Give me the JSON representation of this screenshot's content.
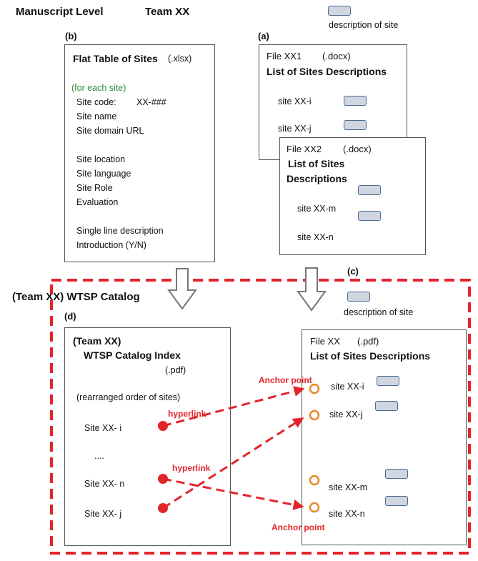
{
  "header": {
    "manuscript_level": "Manuscript Level",
    "team": "Team XX",
    "legend_top": "description of site"
  },
  "panel_b": {
    "tag": "(b)",
    "title": "Flat Table of Sites",
    "ext": "(.xlsx)",
    "for_each": "(for each site)",
    "site_code_label": "Site code:",
    "site_code_value": "XX-###",
    "fields": [
      "Site name",
      "Site domain URL",
      "Site location",
      "Site language",
      "Site Role",
      "Evaluation",
      "Single line description",
      "Introduction  (Y/N)"
    ]
  },
  "panel_a": {
    "tag": "(a)",
    "file1_name": "File  XX1",
    "file1_ext": "(.docx)",
    "file1_title": "List of Sites Descriptions",
    "file1_sites": [
      "site   XX-i",
      "site   XX-j"
    ],
    "file2_name": "File  XX2",
    "file2_ext": "(.docx)",
    "file2_title_1": "List of Sites",
    "file2_title_2": "Descriptions",
    "file2_sites": [
      "site   XX-m",
      "site   XX-n"
    ]
  },
  "catalog": {
    "title": "(Team XX) WTSP Catalog",
    "tag_c": "(c)",
    "tag_d": "(d)",
    "legend": "description of site"
  },
  "panel_d": {
    "line1": "(Team XX)",
    "line2": "WTSP Catalog Index",
    "ext": "(.pdf)",
    "note": "(rearranged order of sites)",
    "site_i": "Site   XX- i",
    "dots": "....",
    "site_n": "Site  XX- n",
    "site_j": "Site  XX- j"
  },
  "panel_c": {
    "file_name": "File  XX",
    "ext": "(.pdf)",
    "title": "List of Sites Descriptions",
    "sites": [
      "site  XX-i",
      "site   XX-j",
      "site   XX-m",
      "site  XX-n"
    ]
  },
  "links": {
    "anchor_top": "Anchor point",
    "anchor_bottom": "Anchor point",
    "hyperlink_1": "hyperlink",
    "hyperlink_2": "hyperlink"
  },
  "colors": {
    "red": "#e3242b",
    "orange": "#e8892c",
    "pill_fill": "#cfd6df",
    "pill_border": "#4a6b93"
  }
}
